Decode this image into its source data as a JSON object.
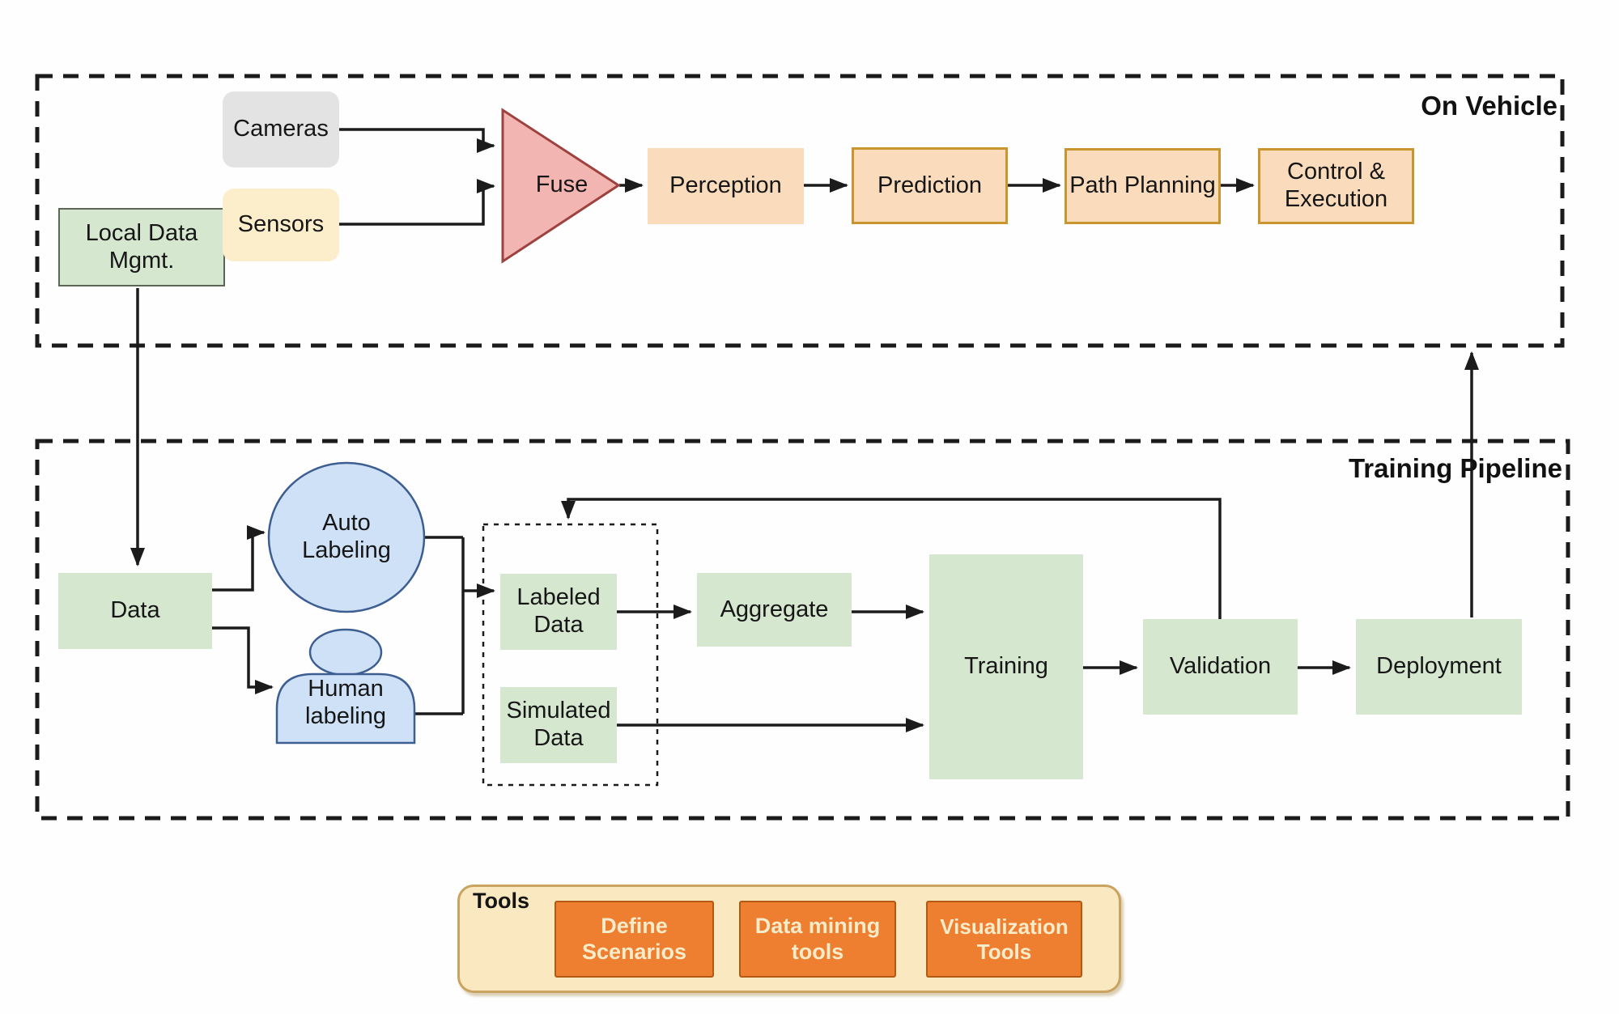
{
  "on_vehicle": {
    "title": "On Vehicle",
    "local_data_mgmt": "Local Data Mgmt.",
    "cameras": "Cameras",
    "sensors": "Sensors",
    "fuse": "Fuse",
    "perception": "Perception",
    "prediction": "Prediction",
    "path_planning": "Path Planning",
    "control_execution": "Control & Execution"
  },
  "training_pipeline": {
    "title": "Training Pipeline",
    "data": "Data",
    "auto_labeling": "Auto Labeling",
    "human_labeling": "Human labeling",
    "labeled_data": "Labeled Data",
    "simulated_data": "Simulated Data",
    "aggregate": "Aggregate",
    "training": "Training",
    "validation": "Validation",
    "deployment": "Deployment"
  },
  "tools": {
    "title": "Tools",
    "buttons": [
      "Define Scenarios",
      "Data mining tools",
      "Visualization Tools"
    ]
  },
  "colors": {
    "node_green": "#d6e7d0",
    "node_grey": "#e3e3e4",
    "node_cream": "#fdeecb",
    "node_peach": "#fadcbd",
    "peach_border": "#c9952f",
    "fuse_pink": "#f3b5b2",
    "fuse_border": "#9c4340",
    "labeling_blue": "#cfe1f7",
    "labeling_border": "#3d5e91",
    "tools_bg": "#f9e8c0",
    "tools_border": "#c9a35f",
    "tool_button_bg": "#ee7e30",
    "tool_button_text": "#f7ecca",
    "line": "#1b1b1b"
  }
}
